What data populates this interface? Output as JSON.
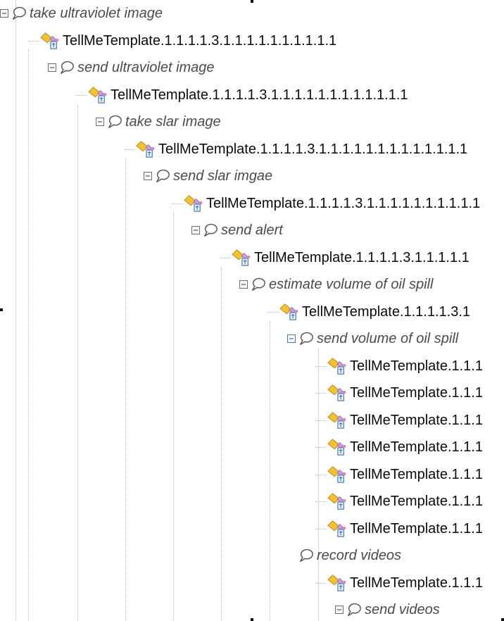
{
  "tree": {
    "nodes": [
      {
        "kind": "goal",
        "depth": 0,
        "label": "take ultraviolet image",
        "toggle": "collapse",
        "toggle_style": "gray",
        "icon": "speech-bubble-icon"
      },
      {
        "kind": "template",
        "depth": 0,
        "label": "TellMeTemplate.1.1.1.1.3.1.1.1.1.1.1.1.1.1.1",
        "icon": "template-icon"
      },
      {
        "kind": "goal",
        "depth": 1,
        "label": "send ultraviolet image",
        "toggle": "collapse",
        "toggle_style": "gray",
        "icon": "speech-bubble-icon"
      },
      {
        "kind": "template",
        "depth": 1,
        "label": "TellMeTemplate.1.1.1.1.3.1.1.1.1.1.1.1.1.1.1.1.1",
        "icon": "template-icon"
      },
      {
        "kind": "goal",
        "depth": 2,
        "label": "take slar image",
        "toggle": "collapse",
        "toggle_style": "gray",
        "icon": "speech-bubble-icon"
      },
      {
        "kind": "template",
        "depth": 2,
        "label": "TellMeTemplate.1.1.1.1.3.1.1.1.1.1.1.1.1.1.1.1.1.1",
        "icon": "template-icon"
      },
      {
        "kind": "goal",
        "depth": 3,
        "label": "send slar imgae",
        "toggle": "collapse",
        "toggle_style": "gray",
        "icon": "speech-bubble-icon"
      },
      {
        "kind": "template",
        "depth": 3,
        "label": "TellMeTemplate.1.1.1.1.3.1.1.1.1.1.1.1.1.1.1",
        "icon": "template-icon"
      },
      {
        "kind": "goal",
        "depth": 4,
        "label": "send alert",
        "toggle": "collapse",
        "toggle_style": "gray",
        "icon": "speech-bubble-icon"
      },
      {
        "kind": "template",
        "depth": 4,
        "label": "TellMeTemplate.1.1.1.1.3.1.1.1.1.1",
        "icon": "template-icon"
      },
      {
        "kind": "goal",
        "depth": 5,
        "label": "estimate volume of oil spill",
        "toggle": "collapse",
        "toggle_style": "gray",
        "icon": "speech-bubble-icon"
      },
      {
        "kind": "template",
        "depth": 5,
        "label": "TellMeTemplate.1.1.1.1.3.1",
        "icon": "template-icon"
      },
      {
        "kind": "goal",
        "depth": 6,
        "label": "send volume of oil spill",
        "toggle": "collapse",
        "toggle_style": "blue",
        "icon": "speech-bubble-icon"
      },
      {
        "kind": "template",
        "depth": 6,
        "label": "TellMeTemplate.1.1.1",
        "icon": "template-icon"
      },
      {
        "kind": "template",
        "depth": 6,
        "label": "TellMeTemplate.1.1.1",
        "icon": "template-icon"
      },
      {
        "kind": "template",
        "depth": 6,
        "label": "TellMeTemplate.1.1.1",
        "icon": "template-icon"
      },
      {
        "kind": "template",
        "depth": 6,
        "label": "TellMeTemplate.1.1.1",
        "icon": "template-icon"
      },
      {
        "kind": "template",
        "depth": 6,
        "label": "TellMeTemplate.1.1.1",
        "icon": "template-icon"
      },
      {
        "kind": "template",
        "depth": 6,
        "label": "TellMeTemplate.1.1.1",
        "icon": "template-icon"
      },
      {
        "kind": "template",
        "depth": 6,
        "label": "TellMeTemplate.1.1.1",
        "icon": "template-icon"
      },
      {
        "kind": "goal",
        "depth": 6,
        "label": "record videos",
        "toggle": "none",
        "toggle_style": "gray",
        "icon": "speech-bubble-icon"
      },
      {
        "kind": "template",
        "depth": 6,
        "label": "TellMeTemplate.1.1.1",
        "icon": "template-icon"
      },
      {
        "kind": "goal",
        "depth": 7,
        "label": "send videos",
        "toggle": "collapse",
        "toggle_style": "gray",
        "icon": "speech-bubble-icon"
      }
    ]
  }
}
